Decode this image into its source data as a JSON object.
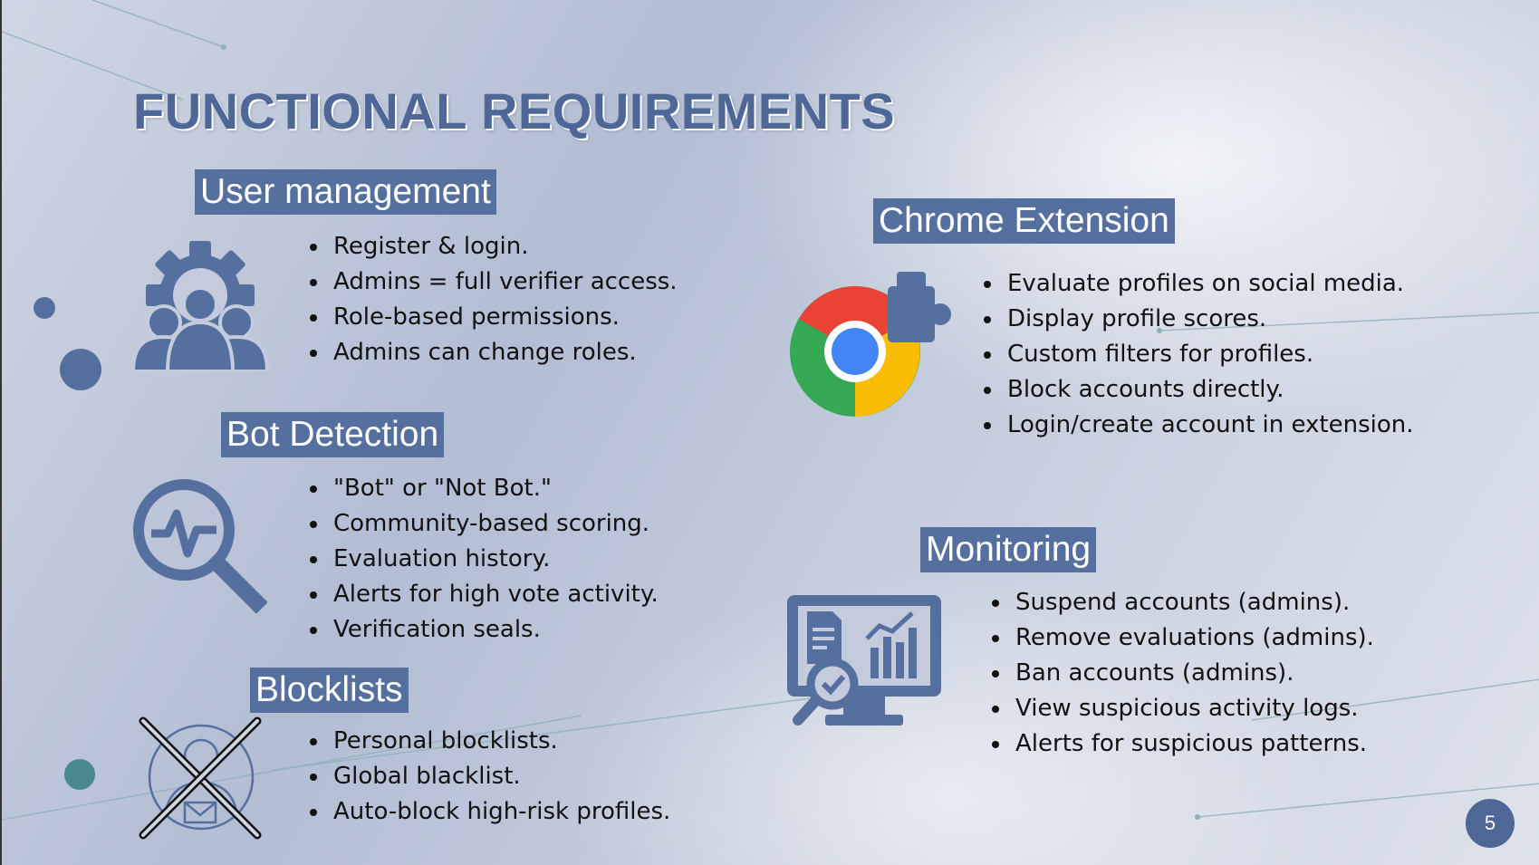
{
  "slide": {
    "title": "FUNCTIONAL REQUIREMENTS",
    "page_number": "5",
    "accent_color": "#55709f",
    "sections": [
      {
        "heading": "User management",
        "icon": "team-gear-icon",
        "items": [
          "Register & login.",
          "Admins = full verifier access.",
          "Role-based permissions.",
          "Admins can change roles."
        ]
      },
      {
        "heading": "Bot Detection",
        "icon": "magnifier-pulse-icon",
        "items": [
          "\"Bot\" or \"Not Bot.\"",
          "Community-based scoring.",
          "Evaluation history.",
          "Alerts for high vote activity.",
          "Verification seals."
        ]
      },
      {
        "heading": "Blocklists",
        "icon": "blocked-user-icon",
        "items": [
          "Personal blocklists.",
          "Global blacklist.",
          "Auto-block high-risk profiles."
        ]
      },
      {
        "heading": "Chrome Extension",
        "icon": "chrome-extension-icon",
        "items": [
          "Evaluate profiles on social media.",
          "Display profile scores.",
          "Custom filters for profiles.",
          "Block accounts directly.",
          "Login/create account in extension."
        ]
      },
      {
        "heading": "Monitoring",
        "icon": "monitoring-dashboard-icon",
        "items": [
          "Suspend accounts (admins).",
          "Remove evaluations (admins).",
          "Ban accounts (admins).",
          "View suspicious activity logs.",
          "Alerts for suspicious patterns."
        ]
      }
    ]
  }
}
